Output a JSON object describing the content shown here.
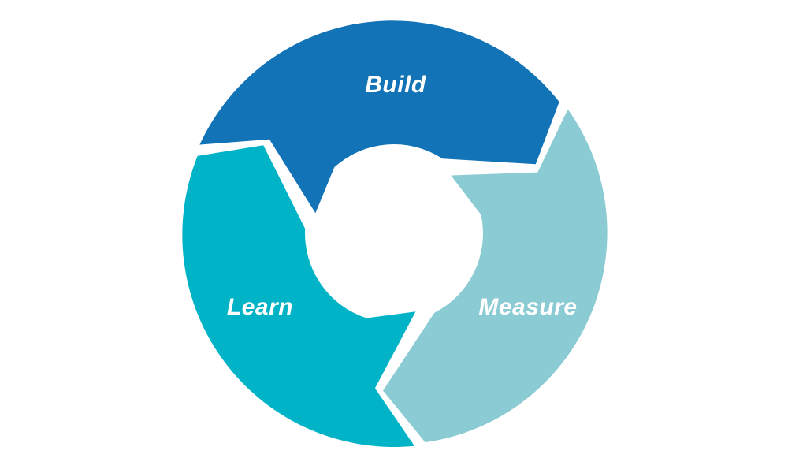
{
  "diagram": {
    "kind": "cycle-arrows",
    "background": "#ffffff",
    "label_color": "#ffffff",
    "segments": [
      {
        "id": "build",
        "label": "Build",
        "color": "#1273b7"
      },
      {
        "id": "measure",
        "label": "Measure",
        "color": "#8bcbd3"
      },
      {
        "id": "learn",
        "label": "Learn",
        "color": "#00b3c6"
      }
    ]
  }
}
